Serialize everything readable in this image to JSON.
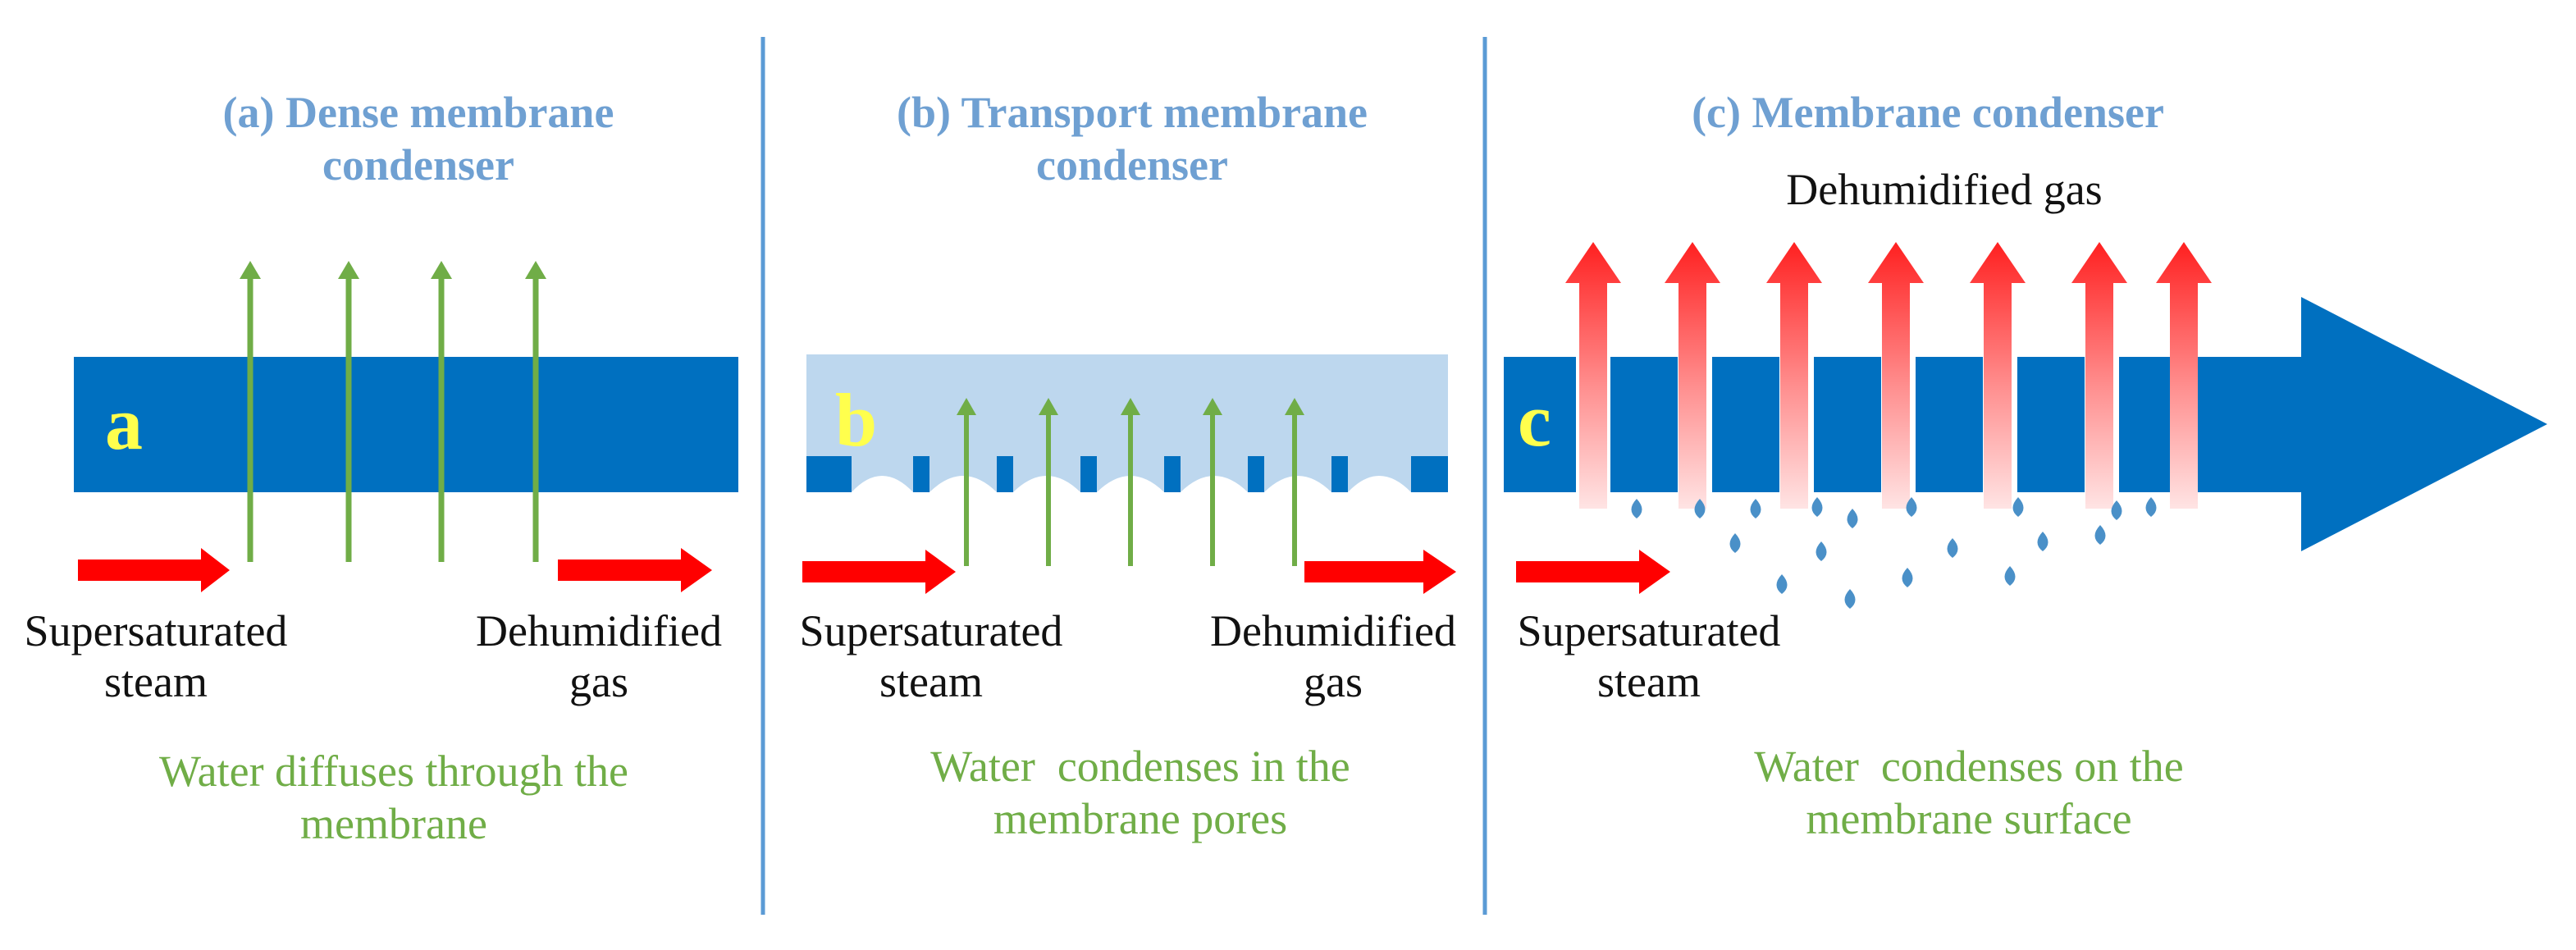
{
  "colors": {
    "membrane_blue": "#0070c0",
    "light_blue": "#bdd7ee",
    "divider": "#5b9bd5",
    "title_blue": "#6fa0d2",
    "flow_red": "#ff0000",
    "vapor_green": "#70ad47",
    "droplet": "#4a90c8",
    "letter_yellow": "#ffff4d"
  },
  "panel_a": {
    "title": "(a) Dense membrane\ncondenser",
    "letter": "a",
    "inlet_label": "Supersaturated\nsteam",
    "outlet_label": "Dehumidified\ngas",
    "caption": "Water diffuses through the\nmembrane"
  },
  "panel_b": {
    "title": "(b) Transport membrane\ncondenser",
    "letter": "b",
    "inlet_label": "Supersaturated\nsteam",
    "outlet_label": "Dehumidified\ngas",
    "caption": "Water  condenses in the\nmembrane pores"
  },
  "panel_c": {
    "title": "(c) Membrane condenser",
    "letter": "c",
    "top_label": "Dehumidified gas",
    "inlet_label": "Supersaturated\nsteam",
    "caption": "Water  condenses on the\nmembrane surface"
  }
}
